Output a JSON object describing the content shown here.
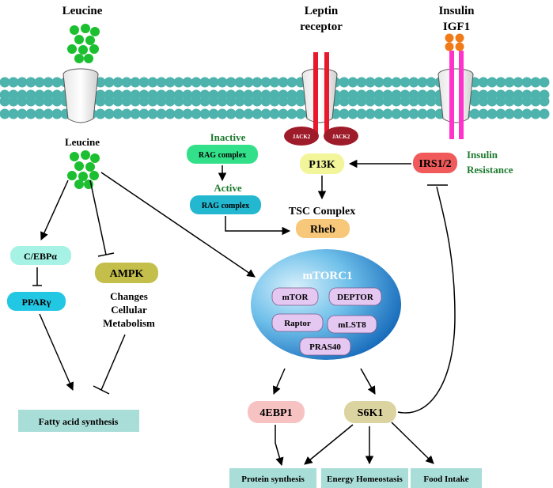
{
  "top_labels": {
    "leucine": "Leucine",
    "leptin_line1": "Leptin",
    "leptin_line2": "receptor",
    "insulin_line1": "Insulin",
    "insulin_line2": "IGF1"
  },
  "leucine_inside": "Leucine",
  "jack2": "JACK2",
  "rag": {
    "inactive_label": "Inactive",
    "inactive_box": "RAG complex",
    "active_label": "Active",
    "active_box": "RAG complex"
  },
  "pi3k": "P13K",
  "irs": "IRS1/2",
  "insulin_resistance_line1": "Insulin",
  "insulin_resistance_line2": "Resistance",
  "tsc": "TSC Complex",
  "rheb": "Rheb",
  "cebp": "C/EBPα",
  "ppar": "PPARγ",
  "ampk": "AMPK",
  "changes": [
    "Changes",
    "Cellular",
    "Metabolism"
  ],
  "mtorc1": {
    "title": "mTORC1",
    "components": [
      "mTOR",
      "DEPTOR",
      "Raptor",
      "mLST8",
      "PRAS40"
    ]
  },
  "ebp1": "4EBP1",
  "s6k1": "S6K1",
  "outputs": {
    "fatty_acid": "Fatty acid synthesis",
    "protein": "Protein synthesis",
    "energy": "Energy Homeostasis",
    "food": "Food Intake"
  },
  "colors": {
    "membrane": "#4fb3ad",
    "leucine_dot": "#1bbf2f",
    "receptor_red": "#e8192c",
    "receptor_pink": "#ff33cc",
    "ligand_orange": "#f07b18",
    "jack2": "#9e1b2a",
    "pi3k": "#f2f59a",
    "irs": "#f05a5a",
    "rheb": "#f7c87a",
    "rag_inactive": "#33e08a",
    "rag_active": "#23b7d0",
    "cebp": "#a6f2e4",
    "ppar": "#22c7e3",
    "ampk": "#c4bf4a",
    "mtor_component": "#e5c8f2",
    "ebp1": "#f7c2c2",
    "s6k1": "#dcd4a0",
    "output_box": "#a9ddd8",
    "green_text": "#1d7a2e"
  }
}
